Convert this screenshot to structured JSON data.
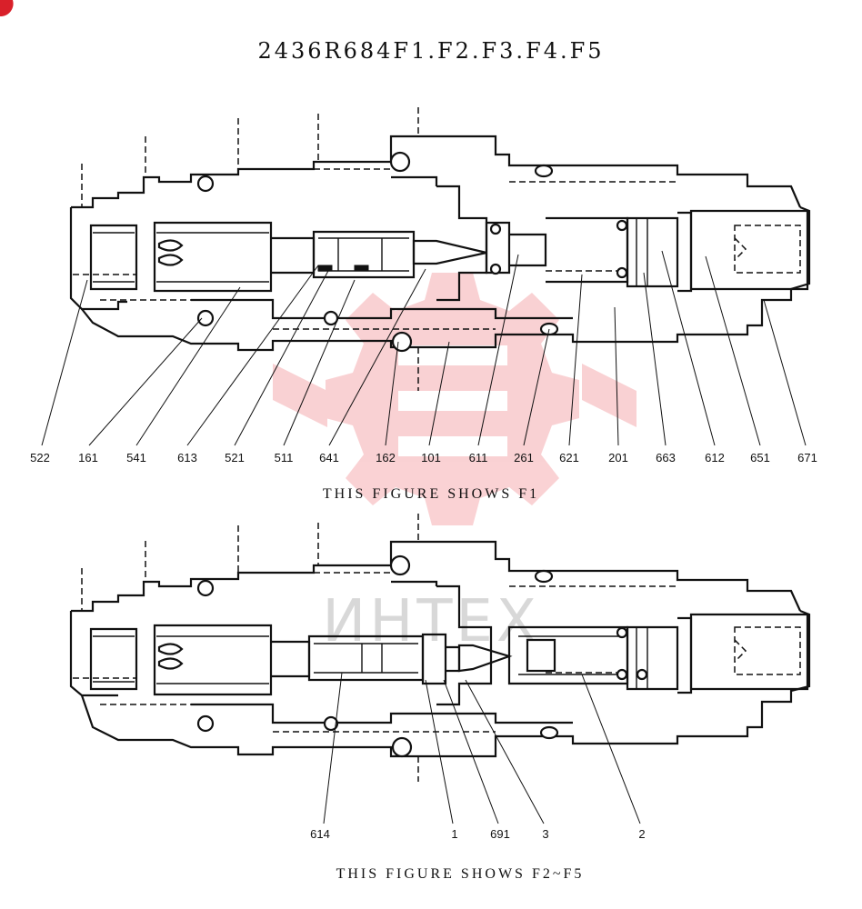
{
  "title": "2436R684F1.F2.F3.F4.F5",
  "watermark": {
    "text": "ИНТЕХ",
    "color": "#e8333c"
  },
  "figure_f1": {
    "caption": "THIS FIGURE SHOWS F1",
    "labels": [
      "522",
      "161",
      "541",
      "613",
      "521",
      "511",
      "641",
      "162",
      "101",
      "611",
      "261",
      "621",
      "201",
      "663",
      "612",
      "651",
      "671"
    ]
  },
  "figure_f2": {
    "caption": "THIS FIGURE SHOWS F2~F5",
    "labels": [
      "614",
      "1",
      "691",
      "3",
      "2"
    ]
  }
}
